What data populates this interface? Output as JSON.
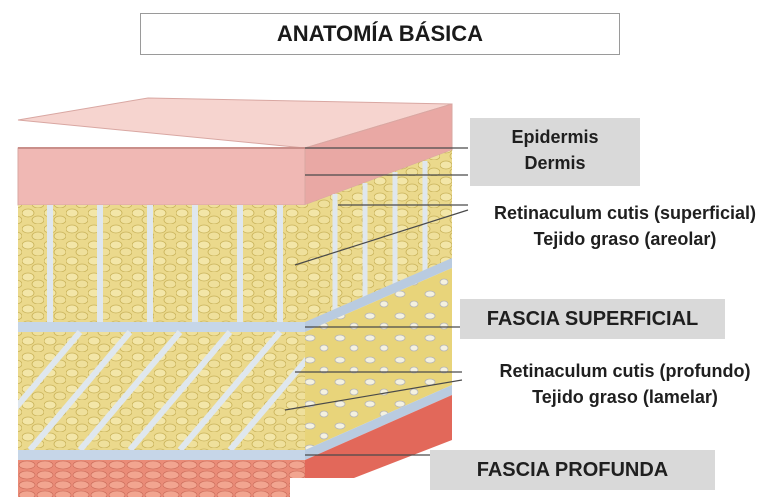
{
  "title": "ANATOMÍA BÁSICA",
  "labels": {
    "epidermis": "Epidermis",
    "dermis": "Dermis",
    "retinaculum_superficial": "Retinaculum cutis (superficial)",
    "tejido_areolar": "Tejido graso (areolar)",
    "fascia_superficial": "FASCIA SUPERFICIAL",
    "retinaculum_profundo": "Retinaculum cutis (profundo)",
    "tejido_lamelar": "Tejido graso (lamelar)",
    "fascia_profunda": "FASCIA PROFUNDA"
  },
  "colors": {
    "dermis_pink": "#f0b8b4",
    "fat_yellow": "#ead98a",
    "fascia_blue": "#c6d6e8",
    "muscle_red": "#e2685a",
    "label_grey": "#d9d9d9"
  }
}
